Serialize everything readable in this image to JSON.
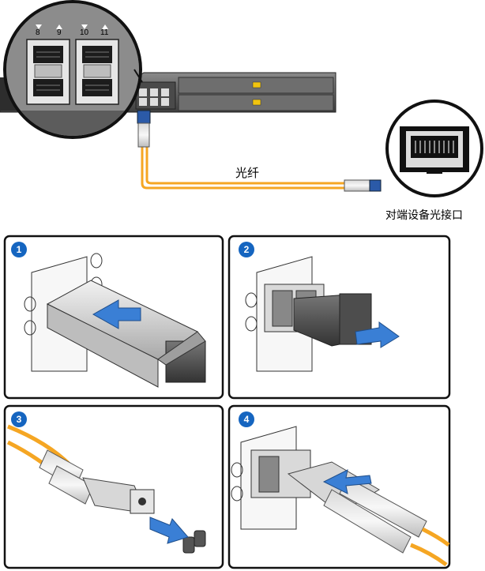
{
  "labels": {
    "fiber": "光纤",
    "peer_port": "对端设备光接口"
  },
  "port_numbers": [
    "8",
    "9",
    "10",
    "11"
  ],
  "steps": [
    "1",
    "2",
    "3",
    "4"
  ],
  "colors": {
    "fiber_orange": "#f5a623",
    "step_blue": "#1565c0",
    "arrow_blue": "#3a7fd5",
    "panel_gray": "#5a5a5a",
    "connector_blue": "#2b5aa8"
  }
}
